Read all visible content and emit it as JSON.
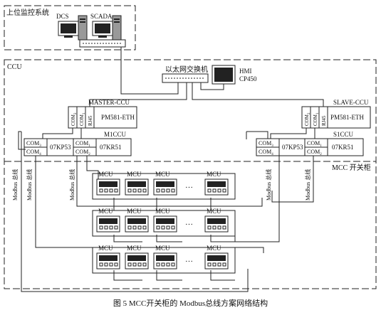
{
  "title": "",
  "zones": {
    "upper": "上位监控系统",
    "ccu": "CCU",
    "mcc": "MCC 开关柜"
  },
  "top": {
    "dcs": "DCS",
    "scada": "SCADA"
  },
  "switch": {
    "label": "以太网交换机"
  },
  "hmi": {
    "label": "HMI",
    "model": "CP450"
  },
  "master_ccu": {
    "title": "MASTER-CCU",
    "com2": "COM2",
    "com1": "COM1",
    "rj45": "RJ45",
    "module": "PM581-ETH"
  },
  "slave_ccu": {
    "title": "SLAVE-CCU",
    "com2": "COM2",
    "com1": "COM1",
    "rj45": "RJ45",
    "module": "PM581-ETH"
  },
  "m1ccu": {
    "title": "M1CCU",
    "com3": "COM3",
    "com4": "COM4",
    "kp": "07KP53",
    "com1": "COM1",
    "com2": "COM2",
    "kr": "07KR51"
  },
  "s1ccu": {
    "title": "S1CCU",
    "com3": "COM3",
    "com4": "COM4",
    "kp": "07KP53",
    "com1": "COM1",
    "com2": "COM2",
    "kr": "07KR51"
  },
  "bus_label": "Modbus 总线",
  "mcu_label": "MCU",
  "ellipsis": "…",
  "caption": "图 5   MCC开关柜的 Modbus总线方案网络结构"
}
